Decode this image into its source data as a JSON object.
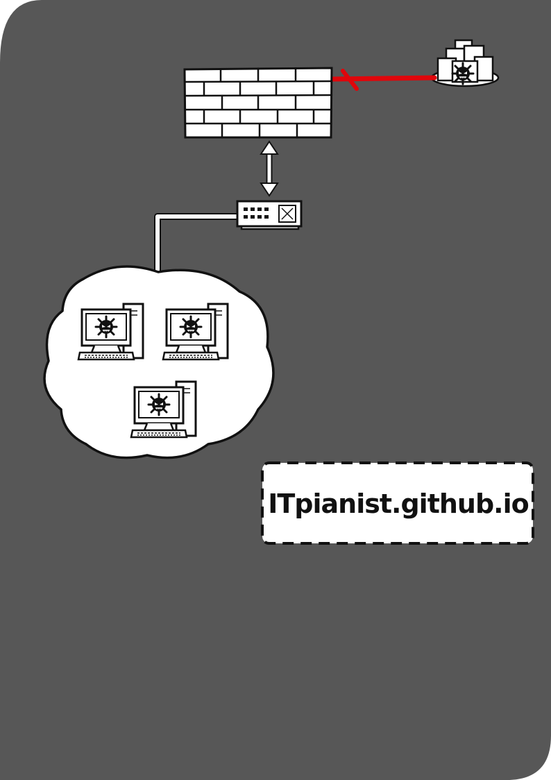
{
  "diagram": {
    "label": "ITpianist.github.io",
    "colors": {
      "background": "#575757",
      "outline": "#111111",
      "fill": "#ffffff",
      "attack_link": "#e0060b"
    },
    "nodes": [
      {
        "id": "attacker-servers",
        "icon": "server-cluster-malware-icon"
      },
      {
        "id": "firewall",
        "icon": "brick-wall-icon"
      },
      {
        "id": "network-switch",
        "icon": "switch-icon"
      },
      {
        "id": "infected-network",
        "icon": "cloud-icon"
      },
      {
        "id": "pc-1",
        "icon": "infected-computer-icon"
      },
      {
        "id": "pc-2",
        "icon": "infected-computer-icon"
      },
      {
        "id": "pc-3",
        "icon": "infected-computer-icon"
      }
    ],
    "links": [
      {
        "from": "attacker-servers",
        "to": "firewall",
        "style": "red-penetrating"
      },
      {
        "from": "firewall",
        "to": "network-switch",
        "style": "bidirectional-arrow"
      },
      {
        "from": "network-switch",
        "to": "infected-network",
        "style": "cable"
      }
    ]
  }
}
